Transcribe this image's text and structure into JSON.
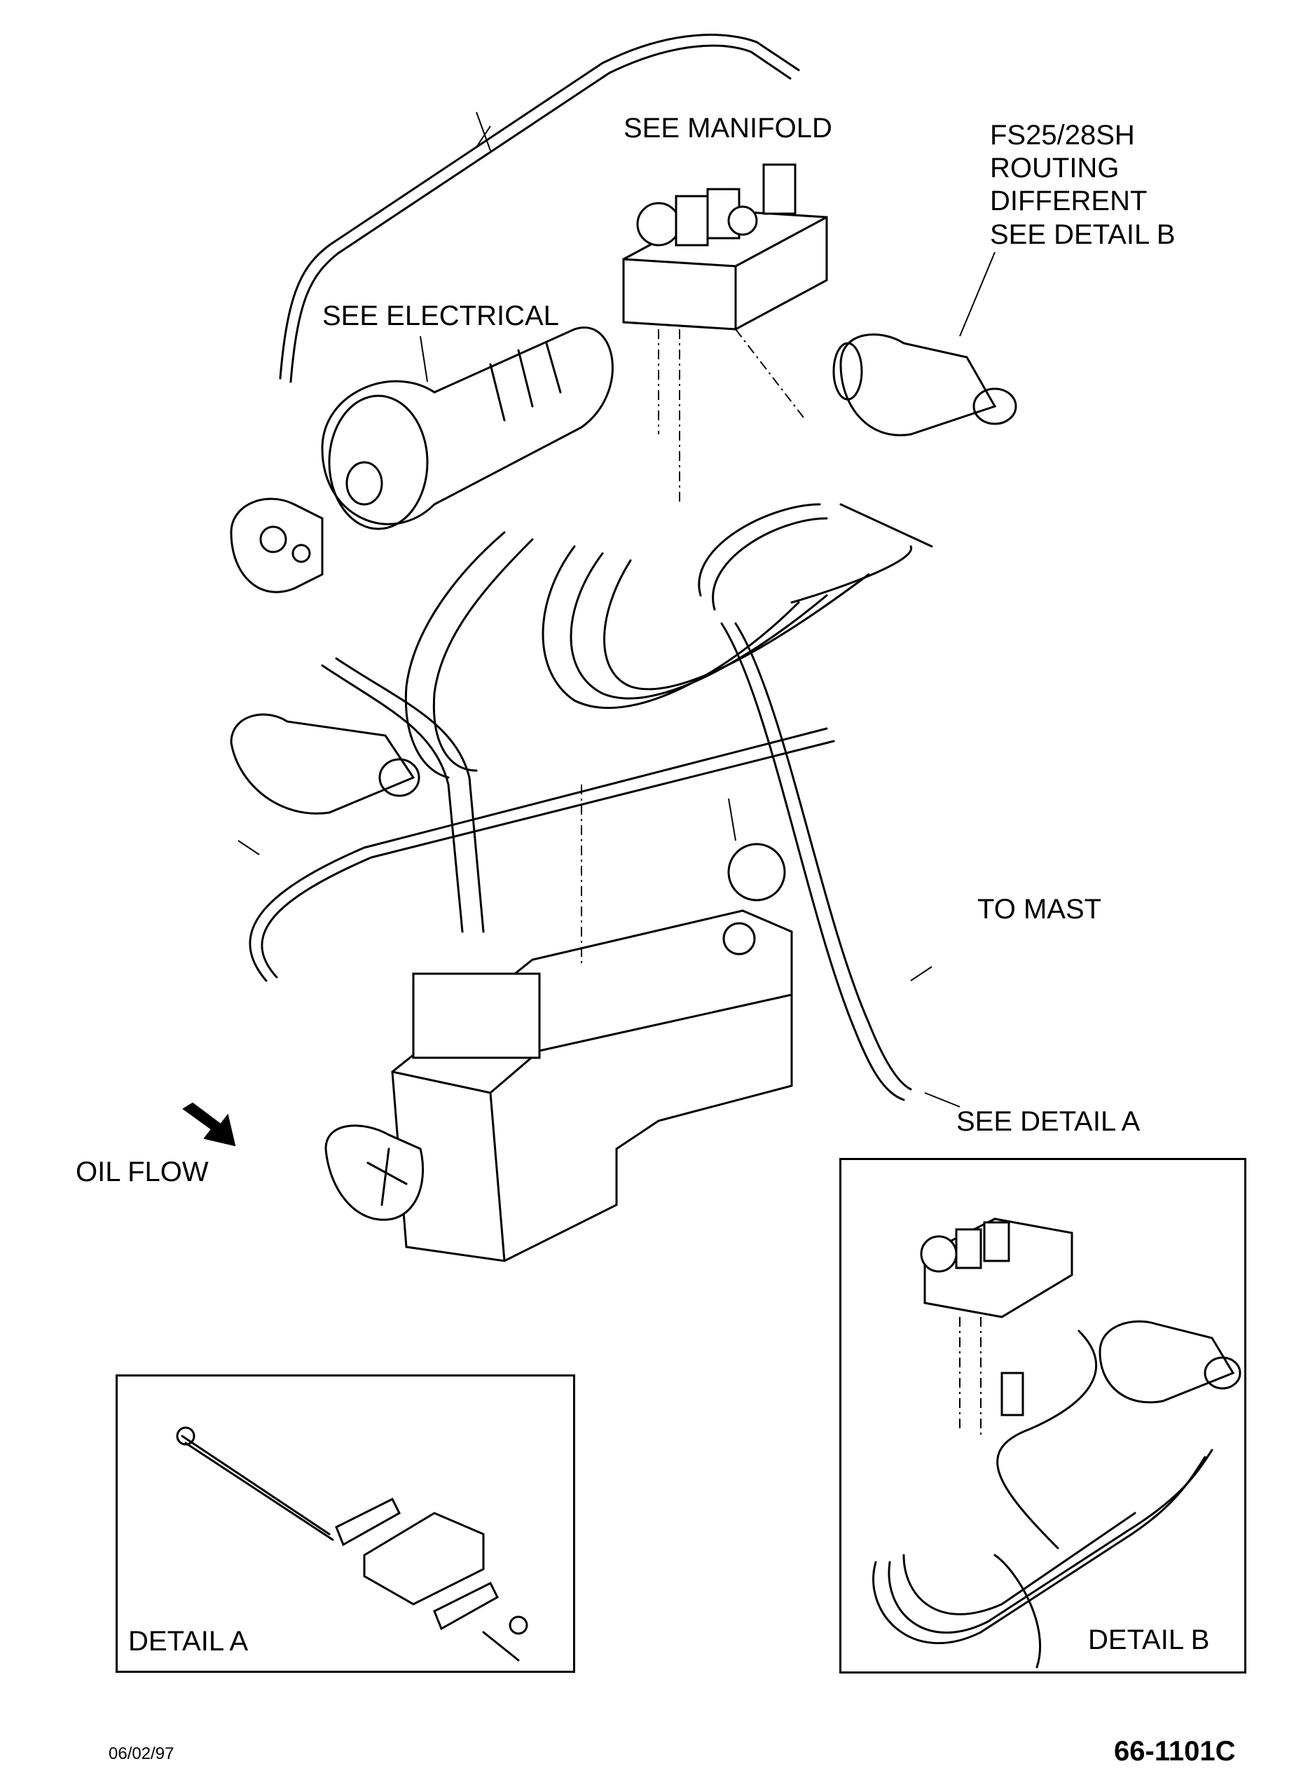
{
  "labels": {
    "see_manifold": "SEE MANIFOLD",
    "see_electrical": "SEE ELECTRICAL",
    "routing_note": "FS25/28SH\nROUTING\nDIFFERENT\nSEE DETAIL B",
    "to_mast": "TO MAST",
    "see_detail_a": "SEE DETAIL A",
    "oil_flow": "OIL FLOW"
  },
  "details": {
    "detail_a": "DETAIL A",
    "detail_b": "DETAIL B"
  },
  "footer": {
    "date": "06/02/97",
    "drawing_number": "66-1101C"
  }
}
